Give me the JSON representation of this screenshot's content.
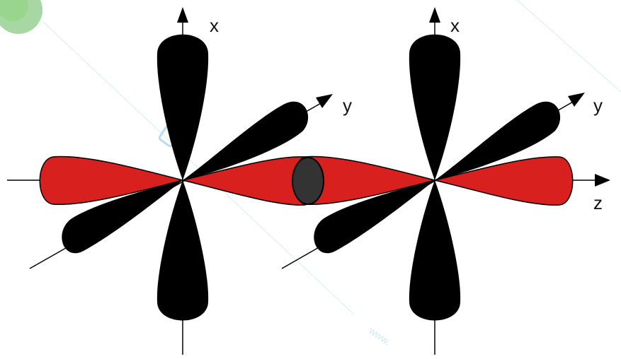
{
  "labels": {
    "left_x": "x",
    "left_y": "y",
    "right_x": "x",
    "right_y": "y",
    "z": "z"
  },
  "watermark": {
    "text": "www."
  },
  "colors": {
    "p_lobe_black": "#000000",
    "p_lobe_red": "#d8201f",
    "overlap_region": "#333333",
    "axis": "#000000",
    "watermark": "#cfe6f4",
    "logo_green": "#5fb85a"
  }
}
